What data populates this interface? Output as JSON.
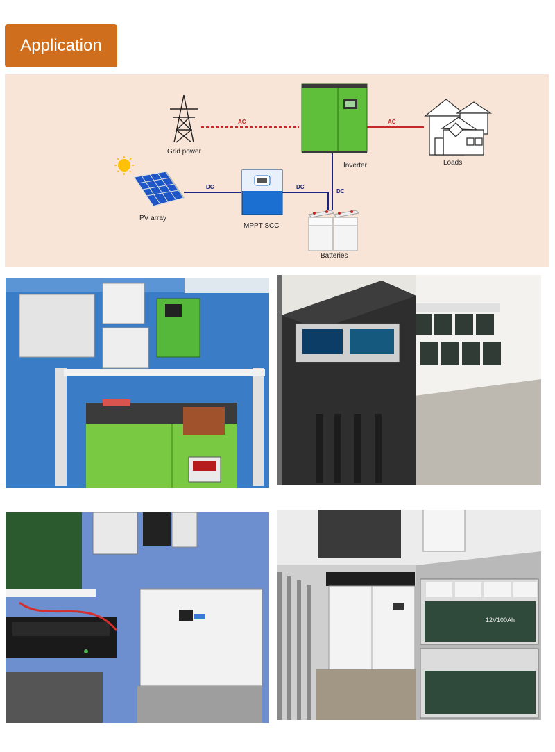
{
  "header": {
    "title": "Application"
  },
  "diagram": {
    "labels": {
      "grid": "Grid power",
      "inverter": "Inverter",
      "loads": "Loads",
      "pv": "PV  array",
      "mppt": "MPPT SCC",
      "batteries": "Batteries"
    },
    "wires": {
      "grid_inverter": "AC",
      "inverter_loads": "AC",
      "pv_mppt": "DC",
      "mppt_battery": "DC",
      "inverter_battery": "DC"
    },
    "colors": {
      "ac": "#c62828",
      "dc": "#1a237e",
      "inverter_green": "#5fbf3a"
    }
  },
  "photos": {
    "panel_text": "12V100Ah"
  }
}
